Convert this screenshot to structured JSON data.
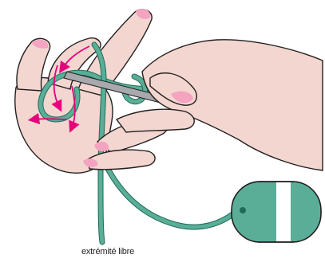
{
  "caption": {
    "label": "extrémité libre"
  },
  "colors": {
    "skin": "#f2d6cf",
    "skin_outline": "#231f20",
    "nail": "#f4a3c0",
    "yarn": "#5aae97",
    "yarn_dark": "#1f6b5a",
    "arrow": "#e6007e",
    "needle": "#a7a9ac",
    "ball_stripe": "#ffffff"
  },
  "icons": {
    "left_hand": "left-hand-illustration",
    "right_hand": "right-hand-illustration",
    "needle": "knitting-needle",
    "yarn_ball": "yarn-ball",
    "arrows": "motion-arrow"
  }
}
